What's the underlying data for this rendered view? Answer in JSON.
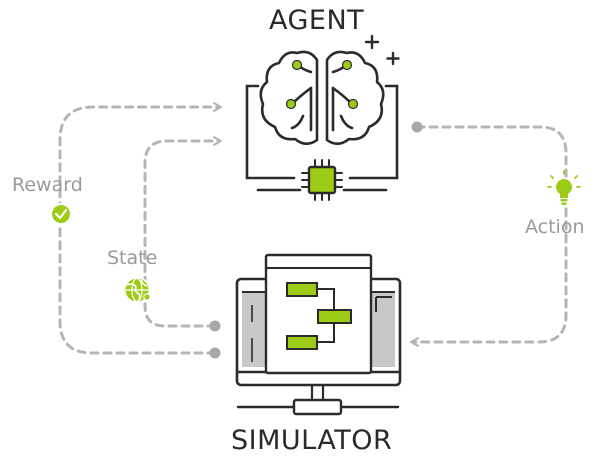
{
  "diagram": {
    "agent_label": "AGENT",
    "simulator_label": "SIMULATOR",
    "reward_label": "Reward",
    "state_label": "State",
    "action_label": "Action"
  },
  "colors": {
    "accent": "#9ccc17",
    "line": "#2b2b2b",
    "dashed": "#b5b5b5",
    "label": "#9a9a9a",
    "screen_gray": "#c8c8c8"
  }
}
